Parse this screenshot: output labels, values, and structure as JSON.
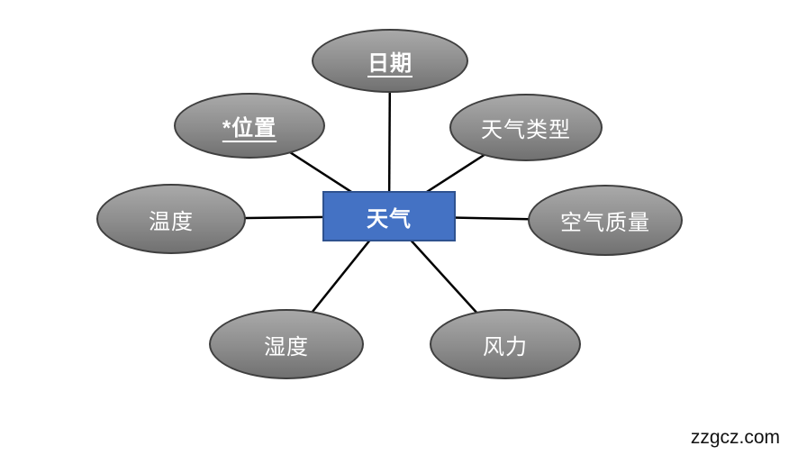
{
  "diagram": {
    "type": "er-attribute-diagram",
    "entity": {
      "label": "天气",
      "fill_color": "#4472C4",
      "border_color": "#2F528F",
      "text_color": "#FFFFFF"
    },
    "attributes": [
      {
        "label": "日期",
        "key": true,
        "position": "top"
      },
      {
        "label": "*位置",
        "key": true,
        "position": "upper-left"
      },
      {
        "label": "天气类型",
        "key": false,
        "position": "upper-right"
      },
      {
        "label": "温度",
        "key": false,
        "position": "left"
      },
      {
        "label": "空气质量",
        "key": false,
        "position": "right"
      },
      {
        "label": "湿度",
        "key": false,
        "position": "lower-left"
      },
      {
        "label": "风力",
        "key": false,
        "position": "lower-right"
      }
    ],
    "attribute_style": {
      "fill_top": "#A9A9A9",
      "fill_bottom": "#717171",
      "border_color": "#3F3F3F",
      "text_color": "#FFFFFF"
    },
    "connector_color": "#000000",
    "watermark": "zzgcz.com"
  }
}
